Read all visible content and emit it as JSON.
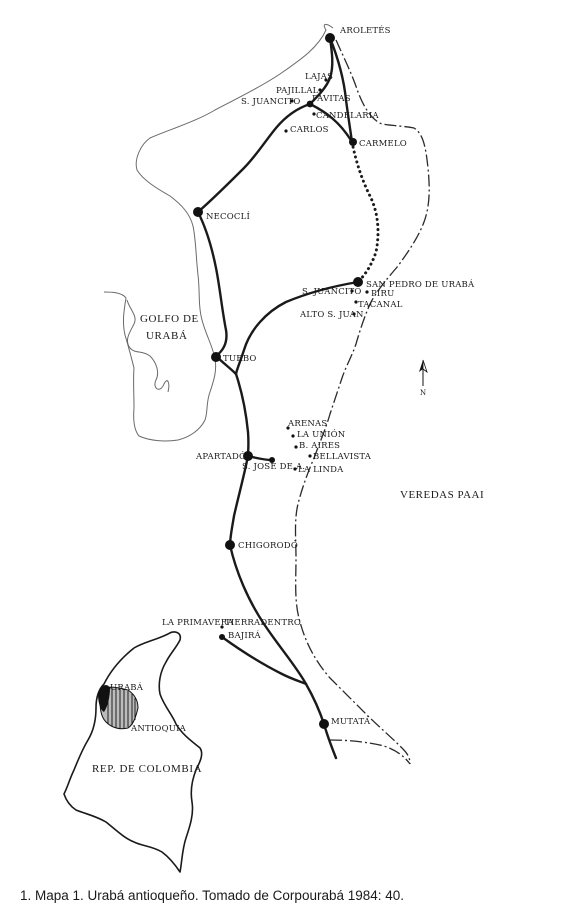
{
  "map": {
    "region_label": "VEREDAS PAAI",
    "gulf_label_line1": "GOLFO DE",
    "gulf_label_line2": "URABÁ",
    "towns": {
      "aroletes": "AROLETÉS",
      "lajas": "LAJAS",
      "pajillal": "PAJILLAL",
      "s_juancito_north": "S. JUANCITO",
      "pavitas": "PAVITAS",
      "candelaria": "CANDELARIA",
      "carlos": "CARLOS",
      "carmelo": "CARMELO",
      "necocli": "NECOCLÍ",
      "san_pedro": "SAN PEDRO DE URABÁ",
      "s_juancito_south": "S. JUANCITO",
      "piru": "PIRU",
      "tacanal": "TACANAL",
      "alto_s_juan": "ALTO S. JUAN",
      "turbo": "TURBO",
      "arenas": "ARENAS",
      "la_union": "LA UNIÓN",
      "b_aires": "B. AIRES",
      "bellavista": "BELLAVISTA",
      "apartado": "APARTADÓ",
      "s_jose": "S. JOSÉ DE A.",
      "la_linda": "LA LINDA",
      "chigorodo": "CHIGORODÓ",
      "la_primavera": "LA PRIMAVERA",
      "tierradentro": "TIERRADENTRO",
      "bajira": "BAJIRÁ",
      "mutata": "MUTATÁ"
    },
    "inset": {
      "uraba": "URABÁ",
      "antioquia": "ANTIOQUIA",
      "country": "REP. DE COLOMBIA"
    },
    "north_arrow_label": "N"
  },
  "caption": "1. Mapa 1. Urabá antioqueño. Tomado de Corpourabá 1984: 40."
}
